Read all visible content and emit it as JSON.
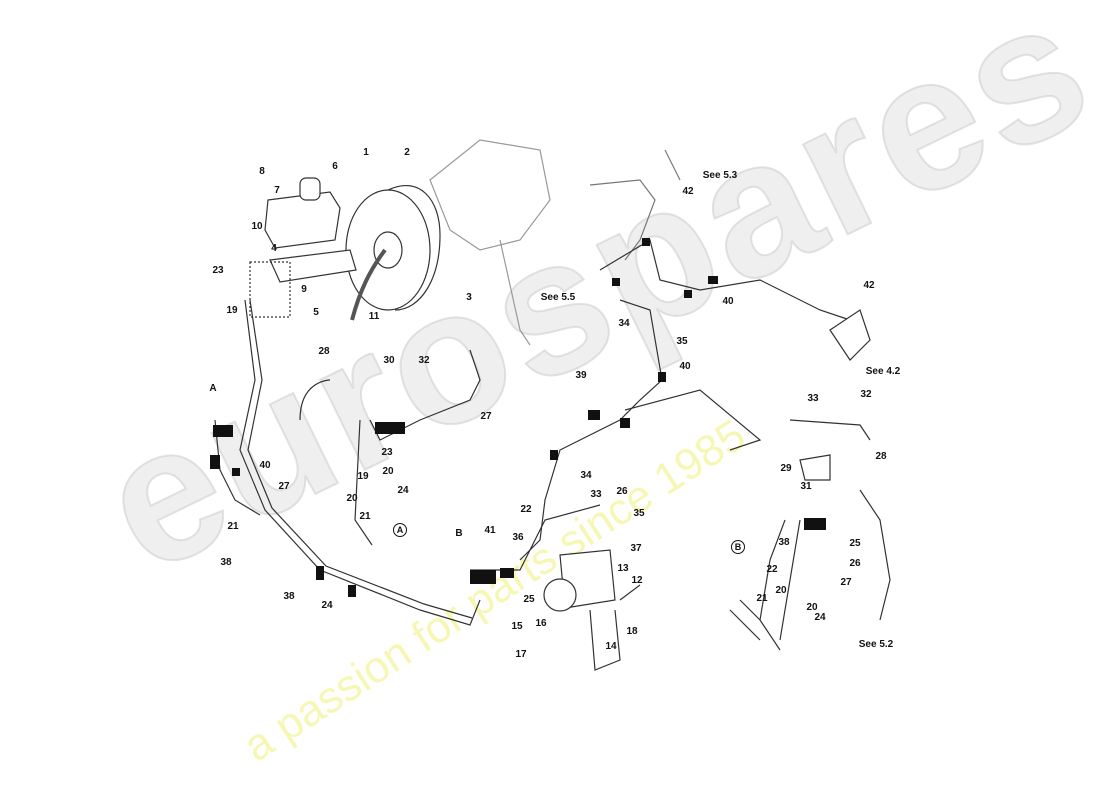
{
  "watermark": {
    "brand": "eurospares",
    "tagline": "a passion for parts since 1985"
  },
  "callouts": [
    "8",
    "7",
    "6",
    "1",
    "2",
    "10",
    "4",
    "23",
    "9",
    "5",
    "11",
    "3",
    "See  5.5",
    "See  5.3",
    "42",
    "40",
    "42",
    "34",
    "35",
    "40",
    "See  4.2",
    "19",
    "28",
    "30",
    "32",
    "39",
    "27",
    "A",
    "23",
    "19",
    "20",
    "40",
    "27",
    "20",
    "24",
    "21",
    "21",
    "A",
    "34",
    "33",
    "26",
    "22",
    "35",
    "36",
    "37",
    "B",
    "41",
    "13",
    "12",
    "25",
    "38",
    "38",
    "24",
    "15",
    "16",
    "17",
    "14",
    "18",
    "33",
    "32",
    "29",
    "28",
    "31",
    "B",
    "38",
    "25",
    "26",
    "22",
    "27",
    "20",
    "21",
    "20",
    "24",
    "See  5.2"
  ]
}
